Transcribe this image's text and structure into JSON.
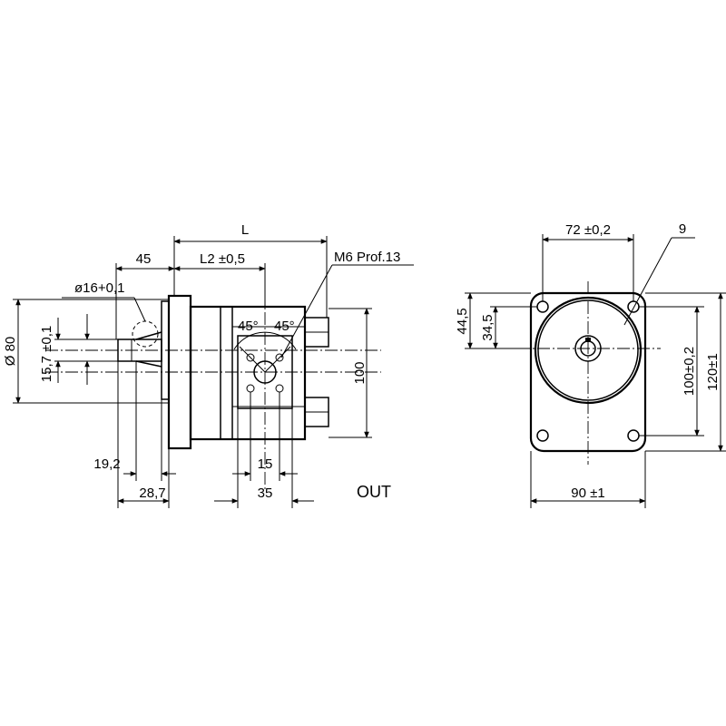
{
  "side_view": {
    "labels": {
      "L": "L",
      "dim_45": "45",
      "L2": "L2 ±0,5",
      "thread": "M6  Prof.13",
      "shaft_dia": "ø16+0,1",
      "flange_dia": "Ø 80",
      "key_height": "15,7 ±0,1",
      "angle_left": "45°",
      "angle_right": "45°",
      "height_100": "100",
      "dim_19_2": "19,2",
      "dim_28_7": "28,7",
      "dim_15": "15",
      "dim_35": "35",
      "port": "OUT"
    }
  },
  "front_view": {
    "labels": {
      "width_72": "72 ±0,2",
      "hole_count": "9",
      "dim_44_5": "44,5",
      "dim_34_5": "34,5",
      "dim_100": "100±0,2",
      "dim_120": "120±1",
      "width_90": "90 ±1"
    }
  }
}
